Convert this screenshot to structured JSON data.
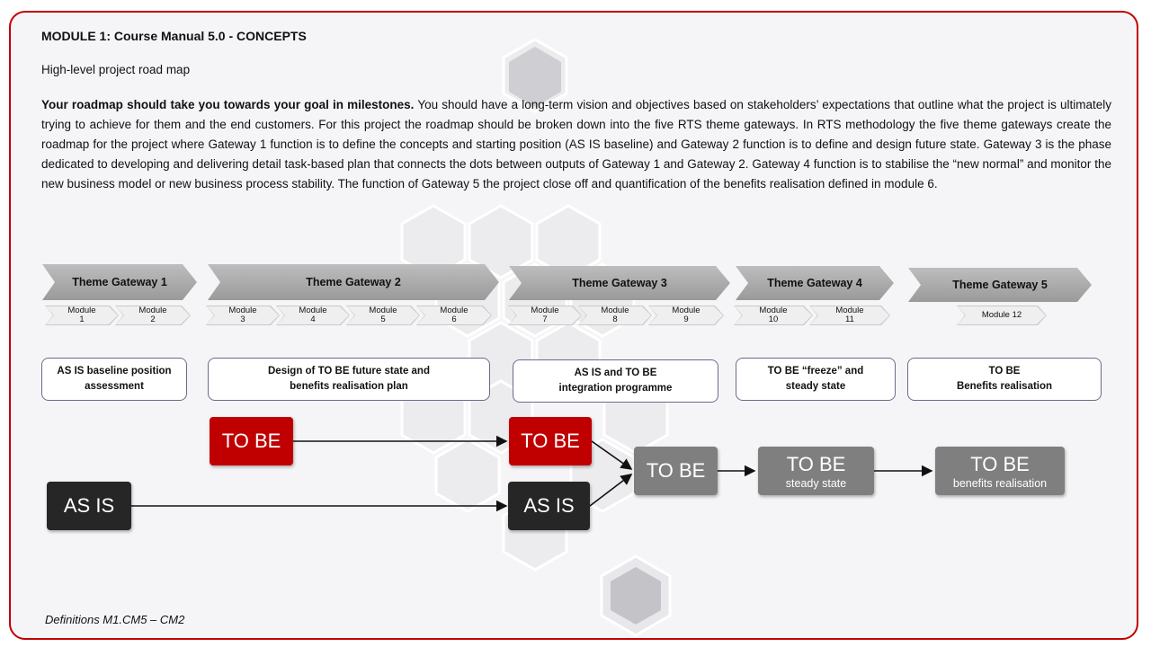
{
  "header": {
    "title": "MODULE 1: Course Manual 5.0 - CONCEPTS",
    "subtitle": "High-level project road map"
  },
  "paragraph": {
    "lead": "Your roadmap should take you towards your goal in milestones.",
    "body": " You should have a long-term vision and objectives based on stakeholders’ expectations that outline what the project is ultimately trying to achieve for them and the end customers. For this project the roadmap should be broken down into the five RTS theme gateways. In RTS methodology the five theme gateways create the roadmap for the project where Gateway 1 function is to define the concepts and starting position (AS IS baseline) and Gateway 2 function is to define and design future state. Gateway 3 is the phase dedicated to developing and delivering detail task-based plan that connects the dots between outputs of Gateway 1 and Gateway 2. Gateway 4 function is to stabilise the “new normal” and monitor the new business model or new business process stability. The function of Gateway 5 the project close off and quantification of the benefits realisation defined in module 6."
  },
  "gateways": [
    {
      "label": "Theme Gateway 1",
      "modules": [
        {
          "l1": "Module",
          "l2": "1"
        },
        {
          "l1": "Module",
          "l2": "2"
        }
      ],
      "description_l1": "AS IS baseline position",
      "description_l2": "assessment"
    },
    {
      "label": "Theme Gateway 2",
      "modules": [
        {
          "l1": "Module",
          "l2": "3"
        },
        {
          "l1": "Module",
          "l2": "4"
        },
        {
          "l1": "Module",
          "l2": "5"
        },
        {
          "l1": "Module",
          "l2": "6"
        }
      ],
      "description_l1": "Design of TO BE future state and",
      "description_l2": "benefits realisation plan"
    },
    {
      "label": "Theme Gateway 3",
      "modules": [
        {
          "l1": "Module",
          "l2": "7"
        },
        {
          "l1": "Module",
          "l2": "8"
        },
        {
          "l1": "Module",
          "l2": "9"
        }
      ],
      "description_l1": "AS IS and TO BE",
      "description_l2": "integration programme"
    },
    {
      "label": "Theme Gateway 4",
      "modules": [
        {
          "l1": "Module",
          "l2": "10"
        },
        {
          "l1": "Module",
          "l2": "11"
        }
      ],
      "description_l1": "TO BE “freeze” and",
      "description_l2": "steady state"
    },
    {
      "label": "Theme Gateway 5",
      "modules": [
        {
          "l1": "Module 12",
          "l2": ""
        }
      ],
      "description_l1": "TO BE",
      "description_l2": "Benefits realisation"
    }
  ],
  "flow": {
    "to_be_1": "TO BE",
    "to_be_2": "TO BE",
    "as_is_1": "AS IS",
    "as_is_2": "AS IS",
    "to_be_3": "TO BE",
    "to_be_steady": "TO BE",
    "to_be_steady_sub": "steady state",
    "to_be_benefits": "TO BE",
    "to_be_benefits_sub": "benefits realisation"
  },
  "footer": "Definitions M1.CM5 – CM2",
  "colors": {
    "accent": "#c00000",
    "dark": "#262626",
    "grey": "#7f7f7f",
    "chevron": "#a9a9a9"
  },
  "icons": [
    "hexagon-background-pattern"
  ]
}
